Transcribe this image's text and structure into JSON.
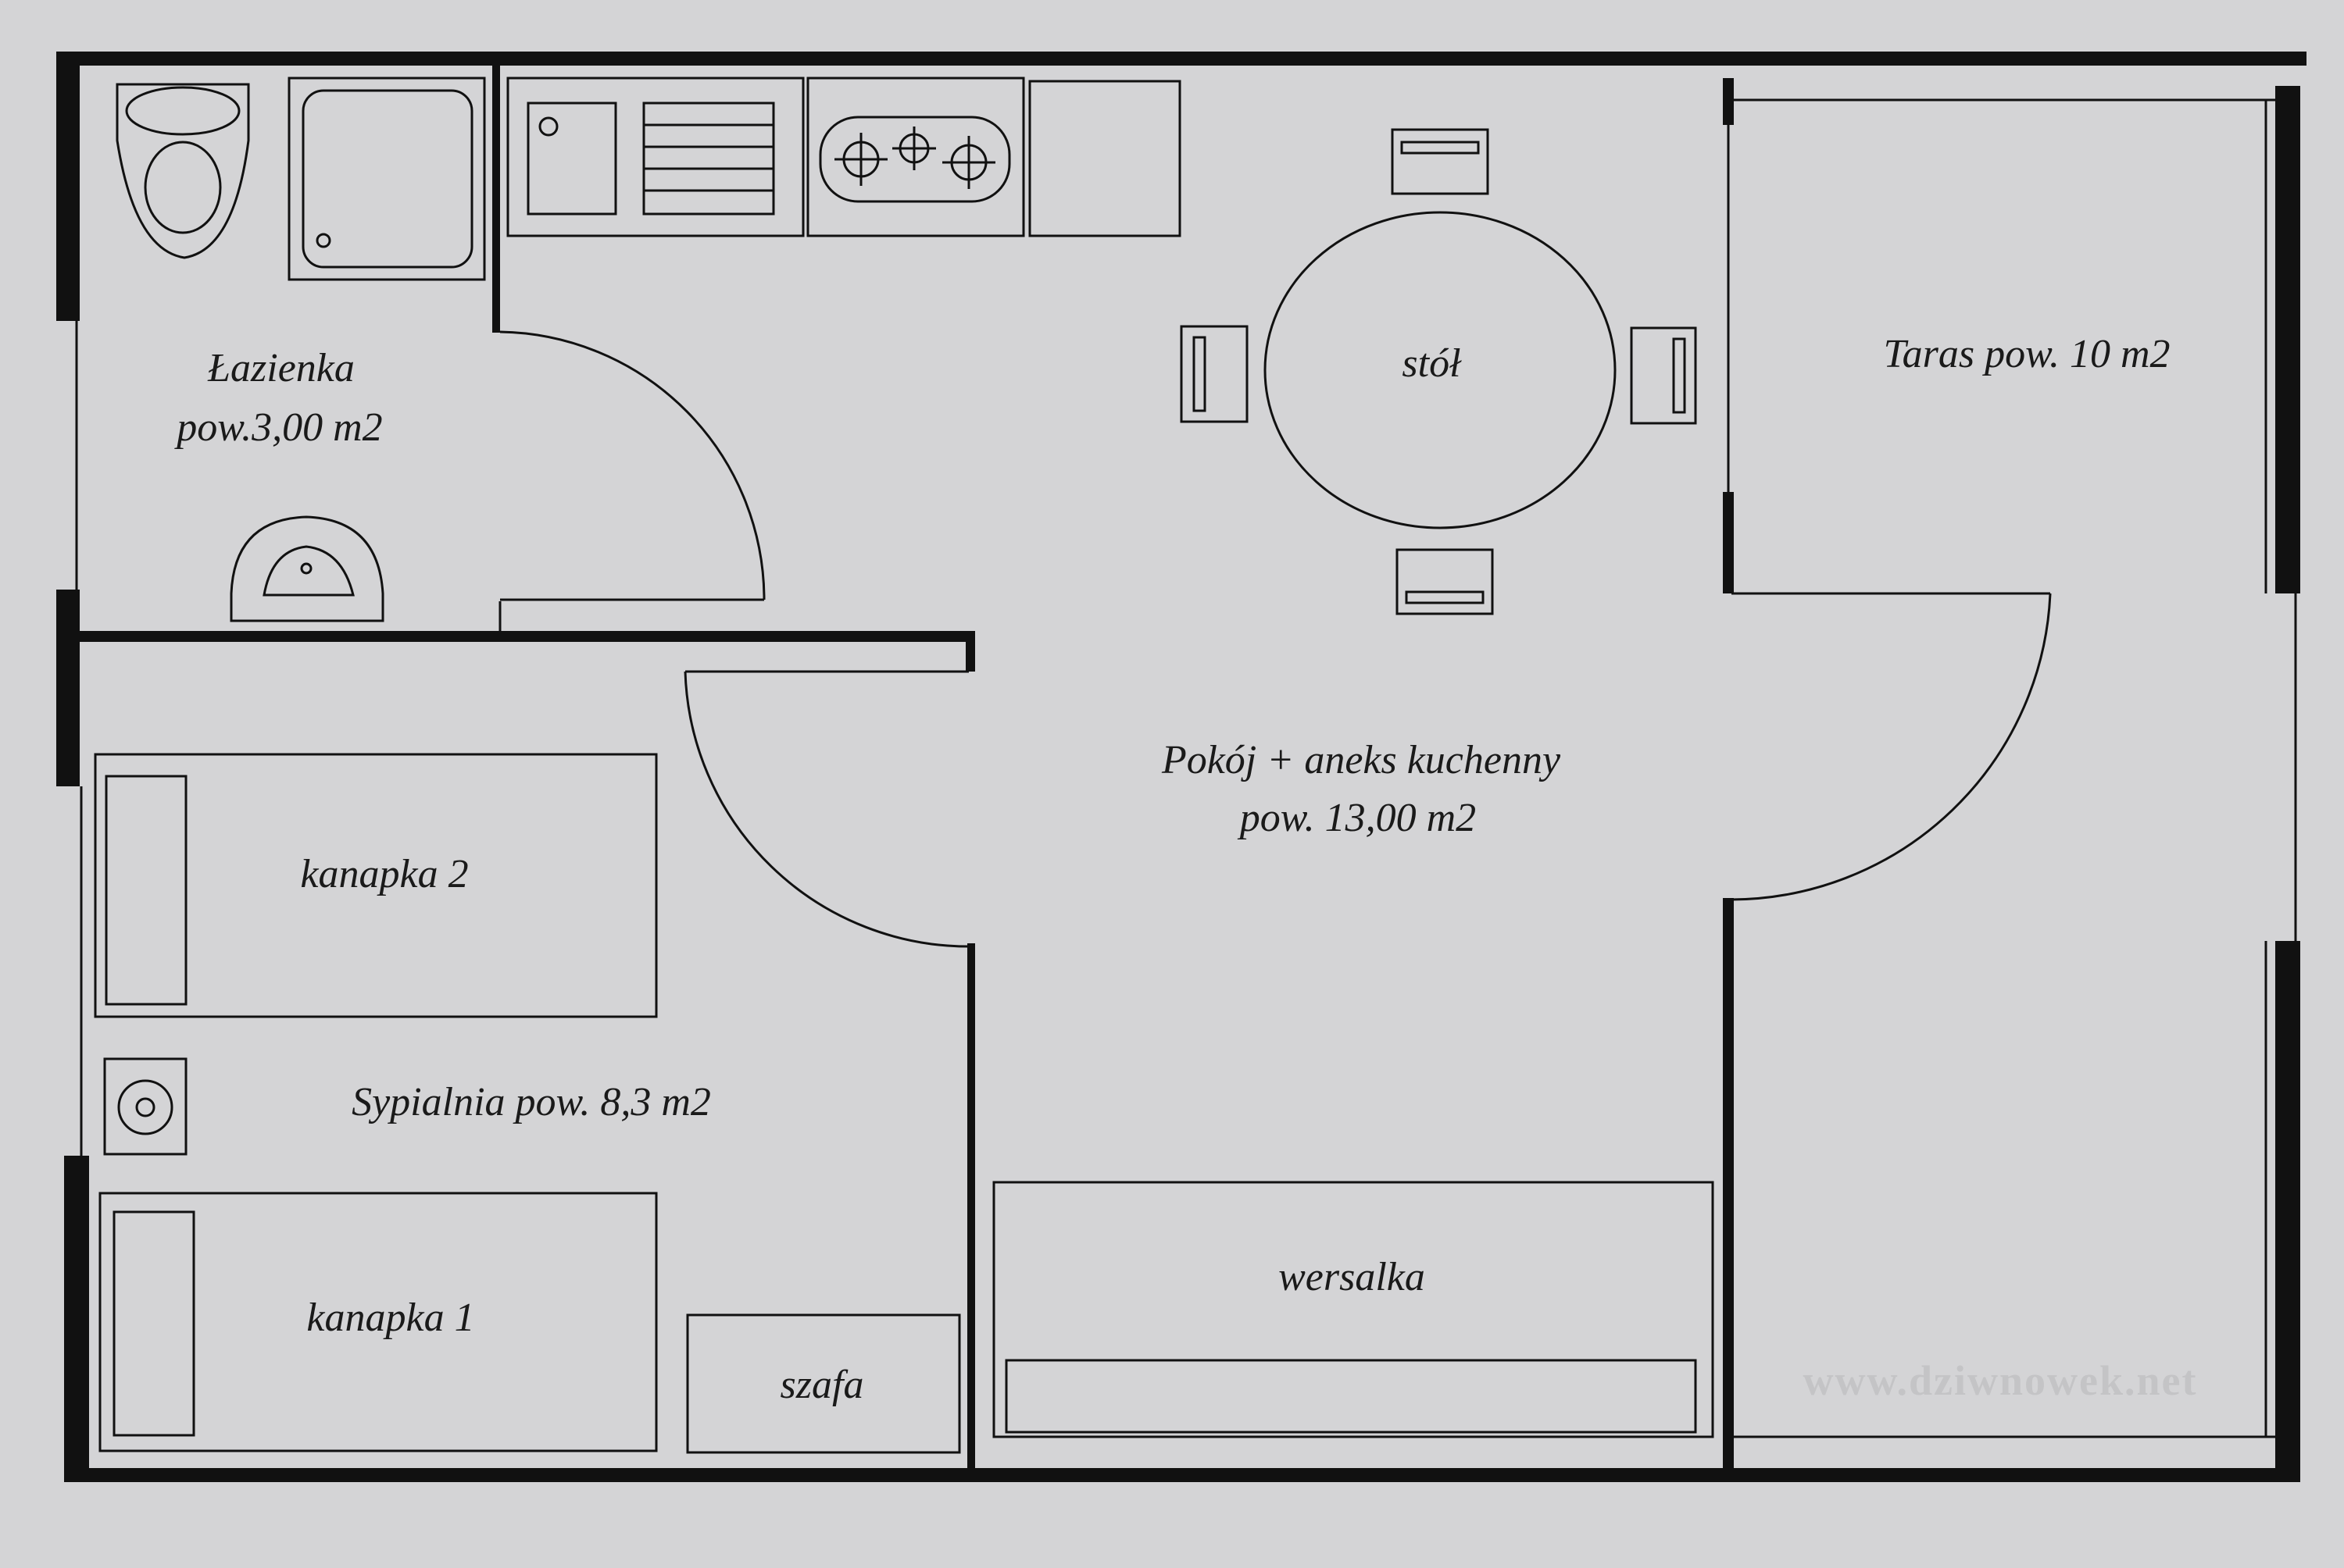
{
  "rooms": {
    "bathroom": {
      "name": "Łazienka",
      "area": "pow.3,00 m2"
    },
    "living": {
      "name": "Pokój + aneks kuchenny",
      "area": "pow. 13,00 m2"
    },
    "bedroom": {
      "label": "Sypialnia pow. 8,3 m2"
    },
    "terrace": {
      "label": "Taras pow. 10 m2"
    }
  },
  "furniture": {
    "table": "stół",
    "sofa2": "kanapka 2",
    "sofa1": "kanapka 1",
    "wardrobe": "szafa",
    "sofabed": "wersalka"
  },
  "watermark": "www.dziwnowek.net",
  "colors": {
    "paper": "#d4d4d6",
    "ink": "#111111"
  }
}
